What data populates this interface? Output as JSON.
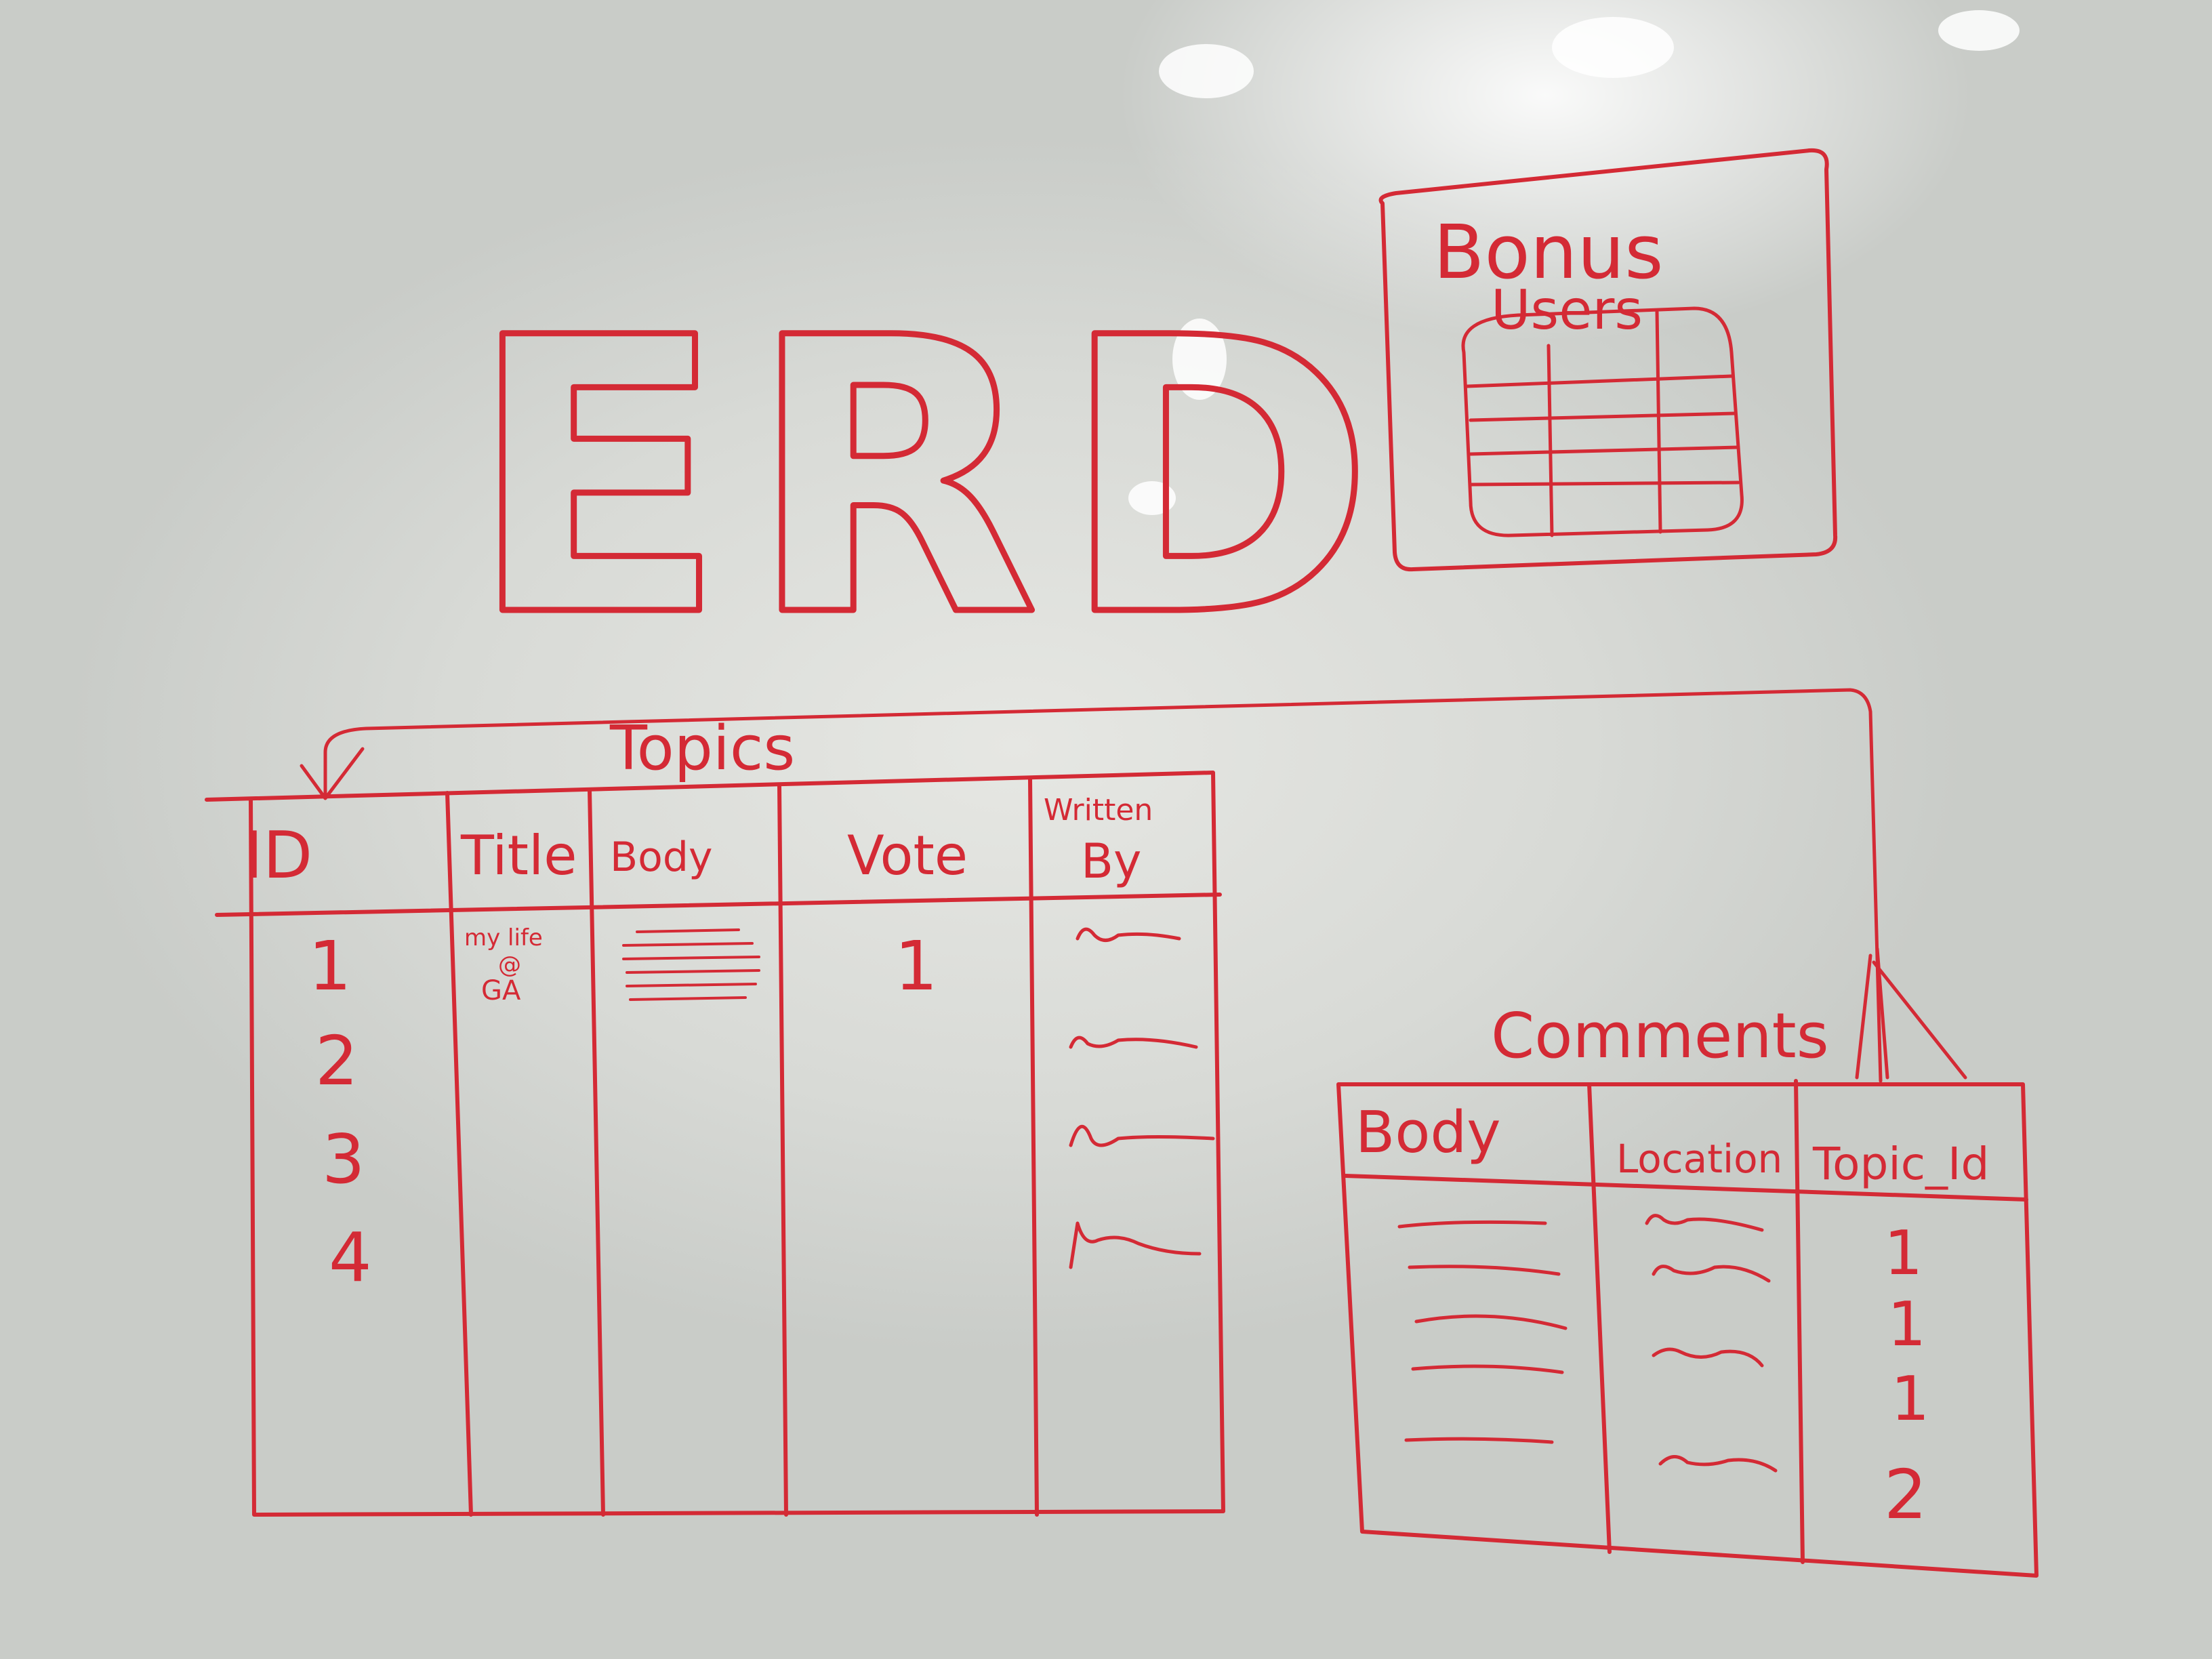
{
  "ink_color": "#d42a35",
  "board_color": "#dcdfdb",
  "title": "ERD",
  "bonus": {
    "title_line1": "Bonus",
    "title_line2": "Users"
  },
  "topics": {
    "name": "Topics",
    "columns": [
      "ID",
      "Title",
      "Body",
      "Vote",
      "Written",
      "By"
    ],
    "ids": [
      "1",
      "2",
      "3",
      "4"
    ],
    "title_cell": {
      "line1": "my life",
      "line2": "@",
      "line3": "GA"
    },
    "vote_cell": "1"
  },
  "comments": {
    "name": "Comments",
    "columns": [
      "Body",
      "Location",
      "Topic_Id"
    ],
    "topic_ids": [
      "1",
      "1",
      "1",
      "2"
    ]
  }
}
